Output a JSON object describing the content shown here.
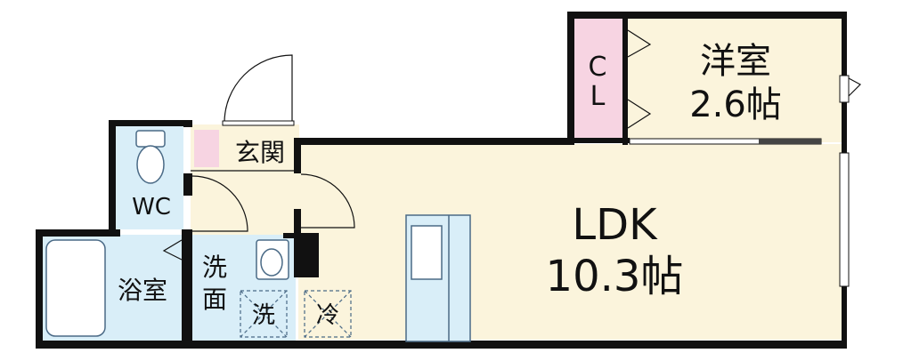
{
  "rooms": {
    "western": {
      "name": "洋室",
      "size": "2.6帖"
    },
    "ldk": {
      "name": "LDK",
      "size": "10.3帖"
    },
    "closet": {
      "c": "C",
      "l": "L"
    },
    "entrance": "玄関",
    "wc": "WC",
    "bath": "浴室",
    "washroom": {
      "line1": "洗",
      "line2": "面"
    },
    "washer": "洗",
    "fridge": "冷"
  },
  "colors": {
    "wall": "#111111",
    "cream": "#fbf4dc",
    "blue": "#d9eef8",
    "pink": "#f7d4e2",
    "fixture_stroke": "#4a6a86"
  }
}
